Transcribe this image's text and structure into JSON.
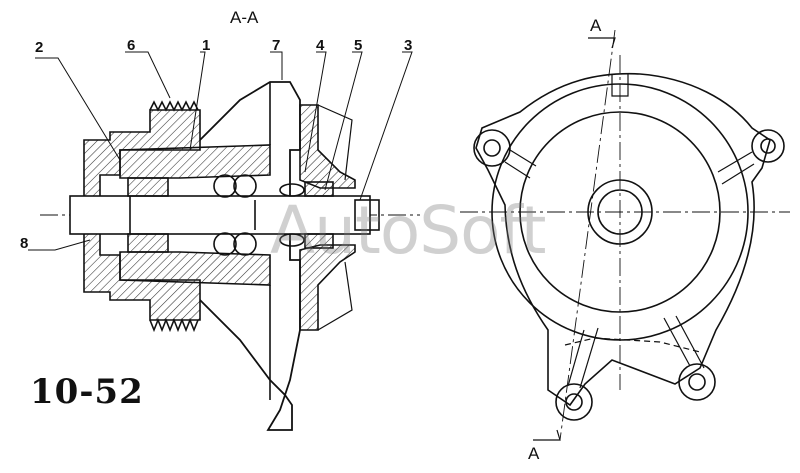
{
  "figure_number": "10-52",
  "section_title": "A-A",
  "section_marker_top": "A",
  "section_marker_bottom": "A",
  "watermark": "AutoSoft",
  "callouts": [
    "1",
    "2",
    "3",
    "4",
    "5",
    "6",
    "7",
    "8"
  ],
  "colors": {
    "line": "#111111",
    "hatch": "#333333",
    "watermark": "#8c8c8c"
  }
}
